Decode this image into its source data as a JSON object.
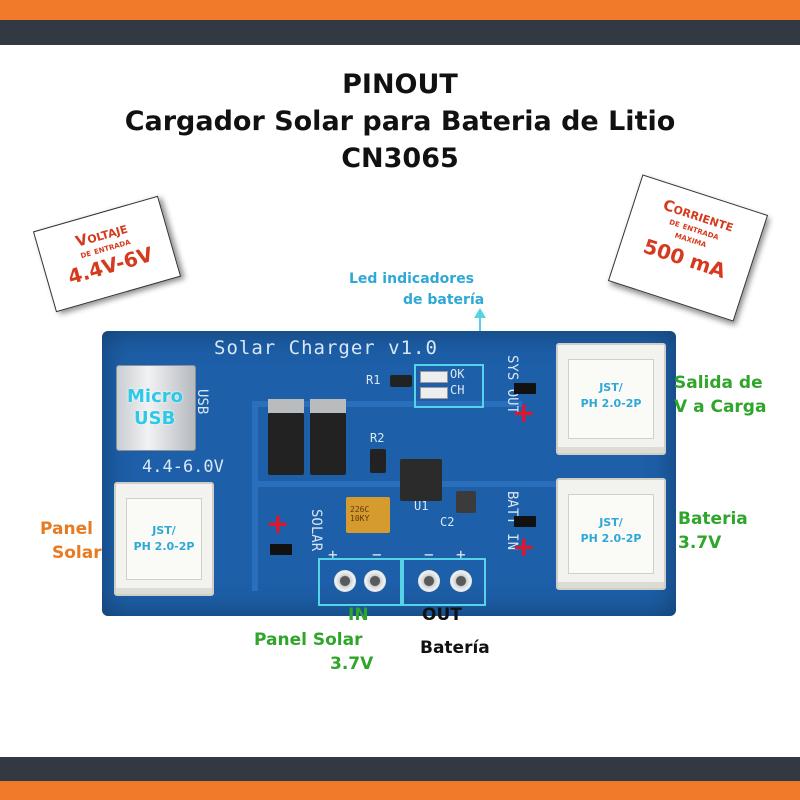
{
  "title": {
    "line1": "PINOUT",
    "line2": "Cargador Solar para Bateria de Litio",
    "line3": "CN3065"
  },
  "callouts": {
    "input_voltage": {
      "line1": "Voltaje",
      "line2": "de entrada",
      "line3": "4.4V-6V"
    },
    "max_current": {
      "line1": "Corriente",
      "line2": "de entrada",
      "line3": "maxima",
      "line4": "500 mA"
    }
  },
  "labels": {
    "led_line1": "Led indicadores",
    "led_line2": "de batería",
    "micro": "Micro",
    "usb": "USB",
    "output_line1": "Salida de",
    "output_line2": "V a Carga",
    "battery_line1": "Bateria",
    "battery_line2": "3.7V",
    "panel_line1": "Panel",
    "panel_line2": "Solar",
    "in": "IN",
    "out": "OUT",
    "panel_solar_bottom": "Panel Solar",
    "panel_voltage": "3.7V",
    "bateria_bottom": "Batería"
  },
  "connectors": {
    "top_right": {
      "line1": "JST/",
      "line2": "PH 2.0-2P"
    },
    "bottom_right": {
      "line1": "JST/",
      "line2": "PH 2.0-2P"
    },
    "left": {
      "line1": "JST/",
      "line2": "PH 2.0-2P"
    }
  },
  "silkscreen": {
    "title": "Solar Charger v1.0",
    "usb": "USB",
    "voltage": "4.4-6.0V",
    "solar": "SOLAR",
    "sys_out": "SYS OUT",
    "batt_in": "BATT IN",
    "r1": "R1",
    "r2": "R2",
    "u1": "U1",
    "c2": "C2",
    "ok": "OK",
    "ch": "CH",
    "cap": "226C 10KY"
  },
  "colors": {
    "orange_bar": "#f07a2a",
    "dark_bar": "#323943",
    "board_blue": "#1d5fa8",
    "callout_red": "#d63a1e",
    "label_green": "#2fa52a",
    "label_orange": "#e87a22",
    "label_cyan": "#2ea8d6",
    "highlight_cyan": "#56d3e6",
    "plus_red": "#e3152b"
  }
}
